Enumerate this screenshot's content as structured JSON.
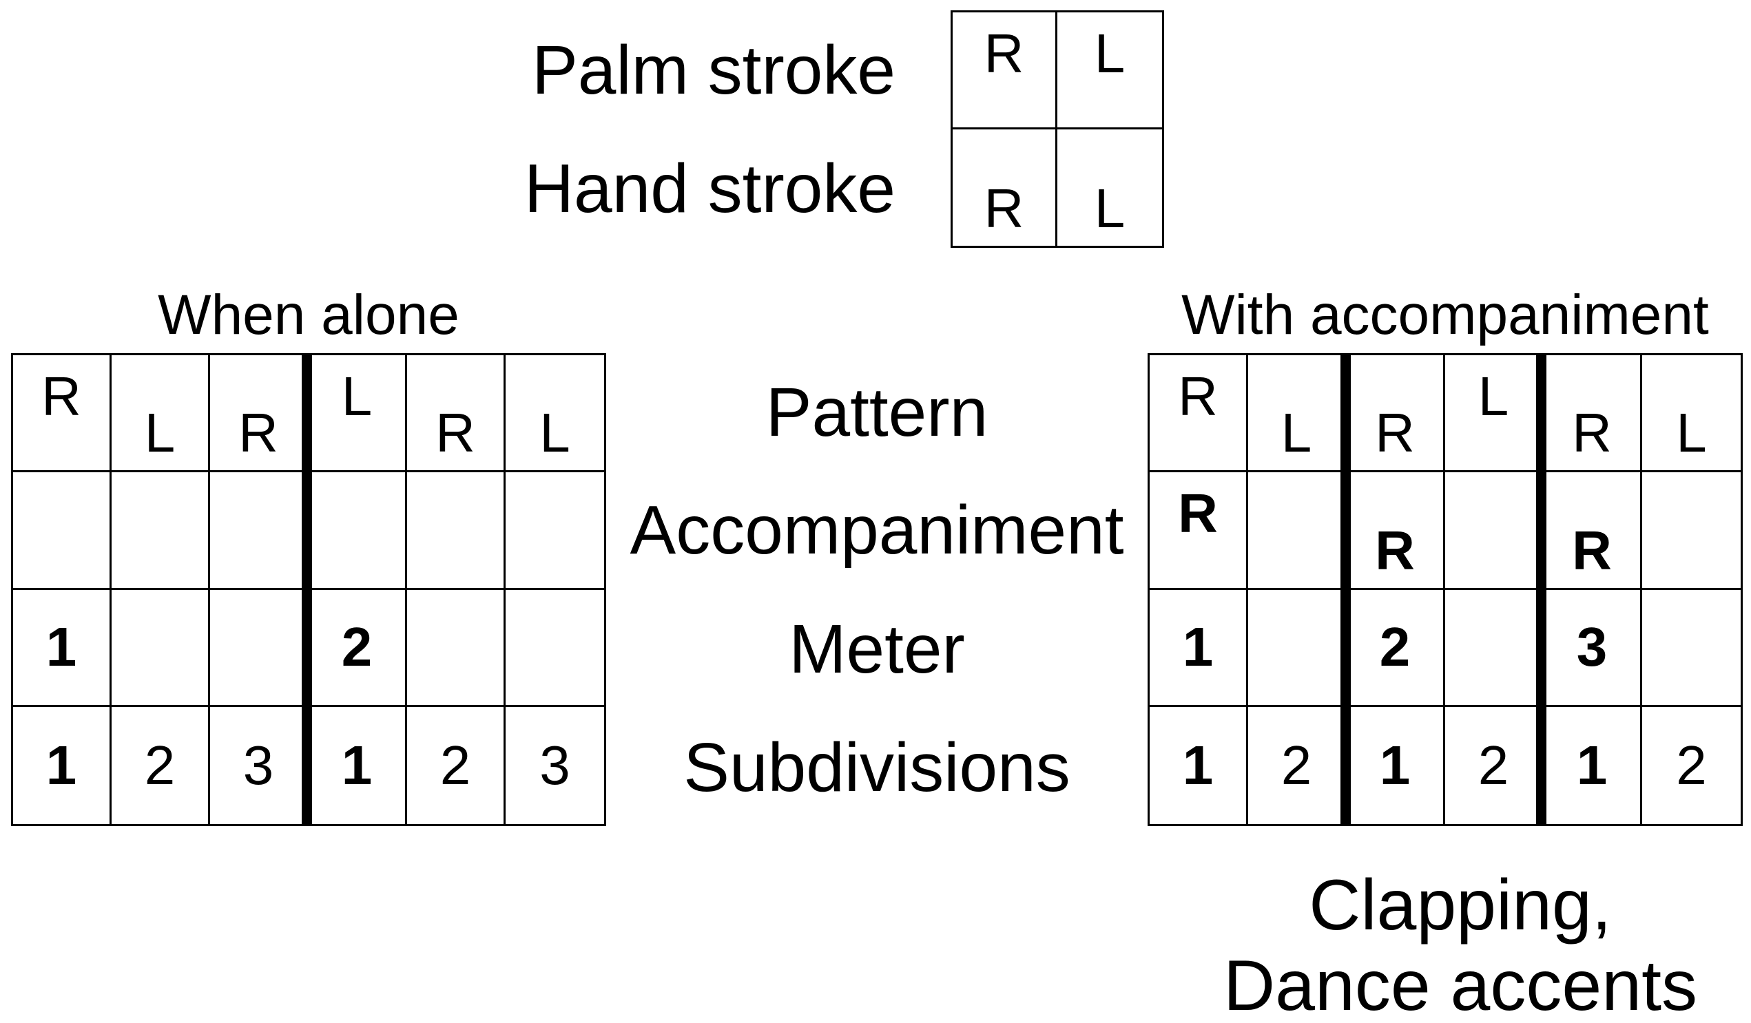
{
  "colors": {
    "ink": "#000000",
    "background": "#ffffff"
  },
  "legend": {
    "rows": [
      {
        "label": "Palm stroke",
        "cells": [
          {
            "text": "R",
            "pos": "high",
            "bold": false
          },
          {
            "text": "L",
            "pos": "high",
            "bold": false
          }
        ]
      },
      {
        "label": "Hand stroke",
        "cells": [
          {
            "text": "R",
            "pos": "low",
            "bold": false
          },
          {
            "text": "L",
            "pos": "low",
            "bold": false
          }
        ]
      }
    ]
  },
  "row_labels": [
    "Pattern",
    "Accompaniment",
    "Meter",
    "Subdivisions"
  ],
  "tables": {
    "left": {
      "title": "When alone",
      "thick_lines_after_col": [
        3
      ],
      "rows": [
        [
          {
            "text": "R",
            "pos": "high"
          },
          {
            "text": "L",
            "pos": "low"
          },
          {
            "text": "R",
            "pos": "low"
          },
          {
            "text": "L",
            "pos": "high"
          },
          {
            "text": "R",
            "pos": "low"
          },
          {
            "text": "L",
            "pos": "low"
          }
        ],
        [
          {},
          {},
          {},
          {},
          {},
          {}
        ],
        [
          {
            "text": "1",
            "pos": "center",
            "bold": true
          },
          {},
          {},
          {
            "text": "2",
            "pos": "center",
            "bold": true
          },
          {},
          {}
        ],
        [
          {
            "text": "1",
            "pos": "center",
            "bold": true
          },
          {
            "text": "2",
            "pos": "center"
          },
          {
            "text": "3",
            "pos": "center"
          },
          {
            "text": "1",
            "pos": "center",
            "bold": true
          },
          {
            "text": "2",
            "pos": "center"
          },
          {
            "text": "3",
            "pos": "center"
          }
        ]
      ]
    },
    "right": {
      "title": "With accompaniment",
      "thick_lines_after_col": [
        2,
        4
      ],
      "rows": [
        [
          {
            "text": "R",
            "pos": "high"
          },
          {
            "text": "L",
            "pos": "low"
          },
          {
            "text": "R",
            "pos": "low"
          },
          {
            "text": "L",
            "pos": "high"
          },
          {
            "text": "R",
            "pos": "low"
          },
          {
            "text": "L",
            "pos": "low"
          }
        ],
        [
          {
            "text": "R",
            "pos": "high",
            "bold": true
          },
          {},
          {
            "text": "R",
            "pos": "low",
            "bold": true
          },
          {},
          {
            "text": "R",
            "pos": "low",
            "bold": true
          },
          {}
        ],
        [
          {
            "text": "1",
            "pos": "center",
            "bold": true
          },
          {},
          {
            "text": "2",
            "pos": "center",
            "bold": true
          },
          {},
          {
            "text": "3",
            "pos": "center",
            "bold": true
          },
          {}
        ],
        [
          {
            "text": "1",
            "pos": "center",
            "bold": true
          },
          {
            "text": "2",
            "pos": "center"
          },
          {
            "text": "1",
            "pos": "center",
            "bold": true
          },
          {
            "text": "2",
            "pos": "center"
          },
          {
            "text": "1",
            "pos": "center",
            "bold": true
          },
          {
            "text": "2",
            "pos": "center"
          }
        ]
      ]
    }
  },
  "footnote": {
    "line1": "Clapping,",
    "line2": "Dance accents"
  }
}
